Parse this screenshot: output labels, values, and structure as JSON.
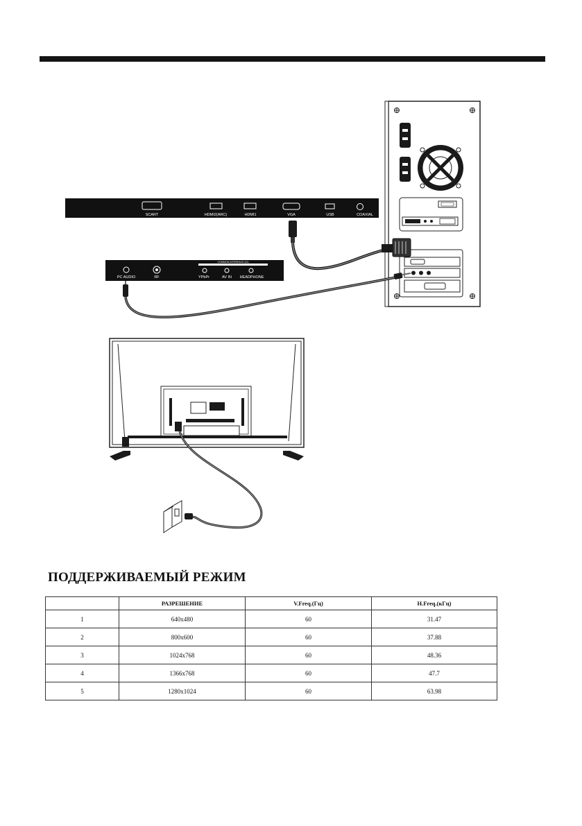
{
  "tv_panel": {
    "ports": [
      "SCART",
      "HDMI2(ARC)",
      "HDMI1",
      "VGA",
      "USB",
      "COAXIAL"
    ],
    "lower_ports": [
      "PC AUDIO",
      "RF",
      "YPbPr",
      "AV IN",
      "HEADPHONE"
    ],
    "ci_slot_label": "COMMON INTERFACE (CI)"
  },
  "section": {
    "title": "ПОДДЕРЖИВАЕМЫЙ РЕЖИМ"
  },
  "modes_table": {
    "headers": [
      "",
      "РАЗРЕШЕНИЕ",
      "V.Freq.(Гц)",
      "H.Freq.(кГц)"
    ],
    "rows": [
      [
        "1",
        "640x480",
        "60",
        "31.47"
      ],
      [
        "2",
        "800x600",
        "60",
        "37.88"
      ],
      [
        "3",
        "1024x768",
        "60",
        "48.36"
      ],
      [
        "4",
        "1366x768",
        "60",
        "47.7"
      ],
      [
        "5",
        "1280x1024",
        "60",
        "63.98"
      ]
    ]
  }
}
